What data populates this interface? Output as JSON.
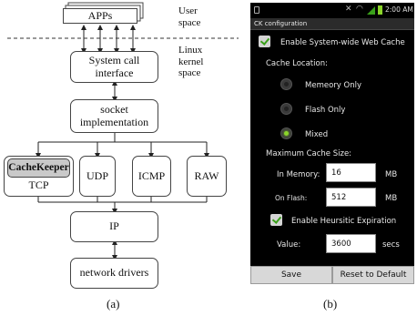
{
  "diagram": {
    "apps": "APPs",
    "user_space": "User space",
    "kernel_space": "Linux kernel space",
    "syscall": "System call interface",
    "socket": "socket implementation",
    "cachekeeper": "CacheKeeper",
    "tcp": "TCP",
    "udp": "UDP",
    "icmp": "ICMP",
    "raw": "RAW",
    "ip": "IP",
    "drivers": "network drivers",
    "caption": "(a)"
  },
  "phone": {
    "status_time": "2:00 AM",
    "title": "CK configuration",
    "enable_cache": "Enable System-wide Web Cache",
    "cache_location": "Cache Location:",
    "radio_options": [
      "Memeory Only",
      "Flash Only",
      "Mixed"
    ],
    "selected_option": "Mixed",
    "max_size": "Maximum Cache Size:",
    "in_memory_label": "In Memory:",
    "in_memory_value": "16",
    "in_memory_unit": "MB",
    "on_flash_label": "On Flash:",
    "on_flash_value": "512",
    "on_flash_unit": "MB",
    "heuristic": "Enable Heursitic Expiration",
    "value_label": "Value:",
    "value_value": "3600",
    "value_unit": "secs",
    "save": "Save",
    "reset": "Reset to Default",
    "caption": "(b)",
    "accent": "#8bd52a"
  }
}
